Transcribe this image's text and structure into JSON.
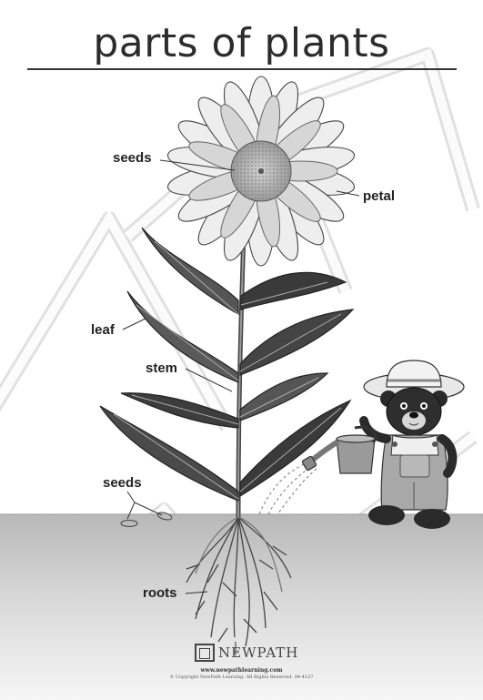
{
  "title": "parts of plants",
  "labels": {
    "seeds_flower": "seeds",
    "petal": "petal",
    "leaf": "leaf",
    "stem": "stem",
    "seeds_ground": "seeds",
    "roots": "roots"
  },
  "footer": {
    "logo_text": "NEWPATH",
    "url": "www.newpathlearning.com",
    "copyright": "© Copyright NewPath Learning. All Rights Reserved. 94-4127"
  }
}
